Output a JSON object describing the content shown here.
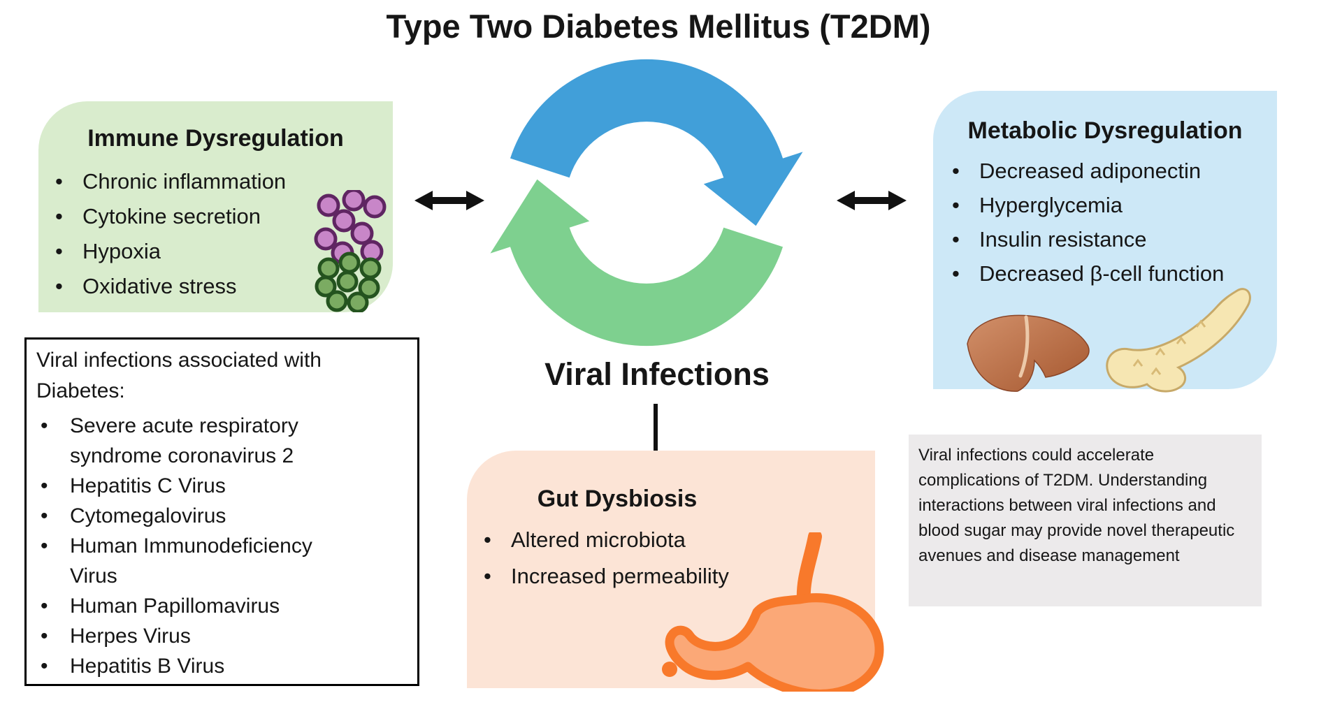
{
  "page": {
    "title": "Type Two Diabetes Mellitus (T2DM)"
  },
  "cycle": {
    "label": "Viral Infections"
  },
  "immune": {
    "title": "Immune Dysregulation",
    "items": [
      "Chronic inflammation",
      "Cytokine secretion",
      "Hypoxia",
      "Oxidative stress"
    ]
  },
  "metabolic": {
    "title": "Metabolic Dysregulation",
    "items": [
      "Decreased adiponectin",
      "Hyperglycemia",
      "Insulin resistance",
      "Decreased β-cell function"
    ]
  },
  "gut": {
    "title": "Gut Dysbiosis",
    "items": [
      "Altered microbiota",
      "Increased permeability"
    ]
  },
  "virus_list": {
    "title": "Viral infections associated with Diabetes:",
    "items": [
      "Severe acute respiratory syndrome coronavirus 2",
      "Hepatitis C Virus",
      "Cytomegalovirus",
      "Human Immunodeficiency Virus",
      "Human Papillomavirus",
      "Herpes Virus",
      "Hepatitis B Virus"
    ]
  },
  "note": {
    "text": "Viral infections could accelerate complications of T2DM. Understanding interactions between viral infections and blood sugar may provide novel therapeutic avenues and disease management"
  },
  "colors": {
    "immune_bg": "#d9eccd",
    "metabolic_bg": "#cde8f7",
    "gut_bg": "#fce4d6",
    "note_bg": "#eceaeb",
    "cycle_blue": "#419fd9",
    "cycle_green": "#7ed08f",
    "cytokine_purple_fill": "#c886c8",
    "cytokine_purple_stroke": "#5f2562",
    "oxidative_green_fill": "#7bab62",
    "oxidative_green_stroke": "#24531f",
    "liver_brown": "#b06138",
    "pancreas_cream": "#f6e6b2",
    "stomach_orange": "#f8792b",
    "arrow_black": "#111111"
  },
  "icons": {
    "center": "cycle-arrows-icon",
    "left": "double-arrow-icon",
    "right": "double-arrow-icon",
    "down": "down-arrow-icon",
    "immune_1": "cytokine-cells-icon",
    "immune_2": "oxidative-cells-icon",
    "metabolic_1": "liver-icon",
    "metabolic_2": "pancreas-icon",
    "gut_1": "stomach-icon"
  }
}
